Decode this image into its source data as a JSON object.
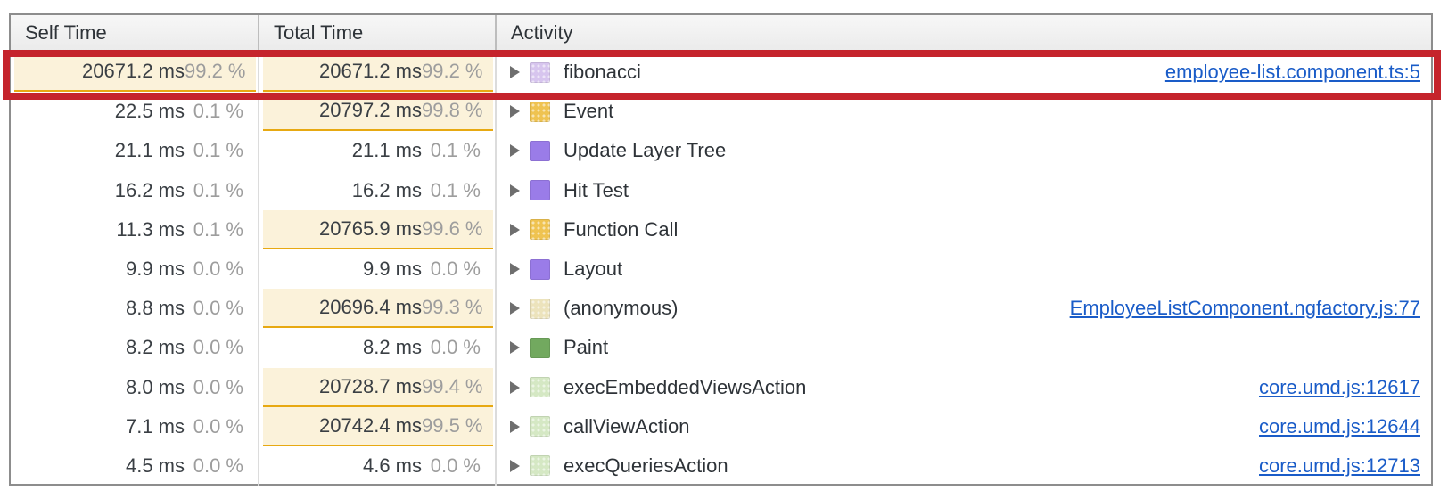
{
  "header": {
    "self": "Self Time",
    "total": "Total Time",
    "activity": "Activity"
  },
  "colors": {
    "annotation_red": "#c5242c",
    "highlight_bg": "#fbf2da",
    "highlight_underline": "#e7a912",
    "link_blue": "#1a5cc8",
    "scripting_yellow": "#efc351",
    "rendering_purple": "#9a7ce8",
    "painting_green": "#72a95f",
    "frame_purple_light": "#d7c5ee",
    "anonymous_tan": "#ece3bc",
    "action_green_light": "#d5e8c4"
  },
  "rows": [
    {
      "self": {
        "time": "20671.2 ms",
        "pct": "99.2 %",
        "hl": true
      },
      "total": {
        "time": "20671.2 ms",
        "pct": "99.2 %",
        "hl": true
      },
      "activity": {
        "label": "fibonacci",
        "icon": "js-frame-icon",
        "color": "#d7c5ee",
        "dotted": true,
        "link": "employee-list.component.ts:5"
      },
      "annotated": true
    },
    {
      "self": {
        "time": "22.5 ms",
        "pct": "0.1 %",
        "hl": false
      },
      "total": {
        "time": "20797.2 ms",
        "pct": "99.8 %",
        "hl": true
      },
      "activity": {
        "label": "Event",
        "icon": "scripting-category-icon",
        "color": "#efc351",
        "dotted": true,
        "link": ""
      },
      "annotated": false
    },
    {
      "self": {
        "time": "21.1 ms",
        "pct": "0.1 %",
        "hl": false
      },
      "total": {
        "time": "21.1 ms",
        "pct": "0.1 %",
        "hl": false
      },
      "activity": {
        "label": "Update Layer Tree",
        "icon": "rendering-category-icon",
        "color": "#9a7ce8",
        "dotted": false,
        "link": ""
      },
      "annotated": false
    },
    {
      "self": {
        "time": "16.2 ms",
        "pct": "0.1 %",
        "hl": false
      },
      "total": {
        "time": "16.2 ms",
        "pct": "0.1 %",
        "hl": false
      },
      "activity": {
        "label": "Hit Test",
        "icon": "rendering-category-icon",
        "color": "#9a7ce8",
        "dotted": false,
        "link": ""
      },
      "annotated": false
    },
    {
      "self": {
        "time": "11.3 ms",
        "pct": "0.1 %",
        "hl": false
      },
      "total": {
        "time": "20765.9 ms",
        "pct": "99.6 %",
        "hl": true
      },
      "activity": {
        "label": "Function Call",
        "icon": "scripting-category-icon",
        "color": "#efc351",
        "dotted": true,
        "link": ""
      },
      "annotated": false
    },
    {
      "self": {
        "time": "9.9 ms",
        "pct": "0.0 %",
        "hl": false
      },
      "total": {
        "time": "9.9 ms",
        "pct": "0.0 %",
        "hl": false
      },
      "activity": {
        "label": "Layout",
        "icon": "rendering-category-icon",
        "color": "#9a7ce8",
        "dotted": false,
        "link": ""
      },
      "annotated": false
    },
    {
      "self": {
        "time": "8.8 ms",
        "pct": "0.0 %",
        "hl": false
      },
      "total": {
        "time": "20696.4 ms",
        "pct": "99.3 %",
        "hl": true
      },
      "activity": {
        "label": "(anonymous)",
        "icon": "js-frame-icon",
        "color": "#ece3bc",
        "dotted": true,
        "link": "EmployeeListComponent.ngfactory.js:77"
      },
      "annotated": false
    },
    {
      "self": {
        "time": "8.2 ms",
        "pct": "0.0 %",
        "hl": false
      },
      "total": {
        "time": "8.2 ms",
        "pct": "0.0 %",
        "hl": false
      },
      "activity": {
        "label": "Paint",
        "icon": "painting-category-icon",
        "color": "#72a95f",
        "dotted": false,
        "link": ""
      },
      "annotated": false
    },
    {
      "self": {
        "time": "8.0 ms",
        "pct": "0.0 %",
        "hl": false
      },
      "total": {
        "time": "20728.7 ms",
        "pct": "99.4 %",
        "hl": true
      },
      "activity": {
        "label": "execEmbeddedViewsAction",
        "icon": "js-frame-icon",
        "color": "#d5e8c4",
        "dotted": true,
        "link": "core.umd.js:12617"
      },
      "annotated": false
    },
    {
      "self": {
        "time": "7.1 ms",
        "pct": "0.0 %",
        "hl": false
      },
      "total": {
        "time": "20742.4 ms",
        "pct": "99.5 %",
        "hl": true
      },
      "activity": {
        "label": "callViewAction",
        "icon": "js-frame-icon",
        "color": "#d5e8c4",
        "dotted": true,
        "link": "core.umd.js:12644"
      },
      "annotated": false
    },
    {
      "self": {
        "time": "4.5 ms",
        "pct": "0.0 %",
        "hl": false
      },
      "total": {
        "time": "4.6 ms",
        "pct": "0.0 %",
        "hl": false
      },
      "activity": {
        "label": "execQueriesAction",
        "icon": "js-frame-icon",
        "color": "#d5e8c4",
        "dotted": true,
        "link": "core.umd.js:12713"
      },
      "annotated": false
    }
  ]
}
